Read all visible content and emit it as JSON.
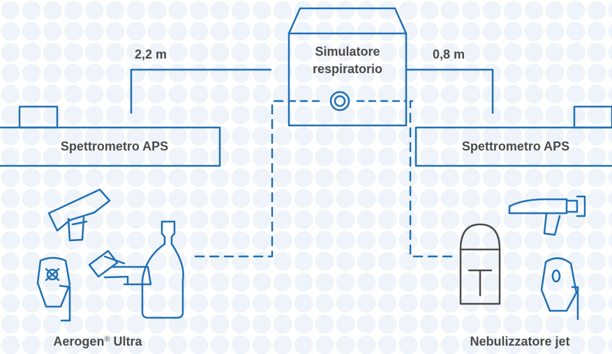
{
  "simulator": {
    "line1": "Simulatore",
    "line2": "respiratorio"
  },
  "left": {
    "distance": "2,2 m",
    "spectrometer": "Spettrometro APS",
    "device_name": "Aerogen",
    "device_mark": "®",
    "device_suffix": " Ultra"
  },
  "right": {
    "distance": "0,8 m",
    "spectrometer": "Spettrometro APS",
    "device_name": "Nebulizzatore jet"
  },
  "colors": {
    "blue": "#1f6fb5",
    "gray": "#4a4a4a",
    "background_dots": "#eef4fa"
  }
}
